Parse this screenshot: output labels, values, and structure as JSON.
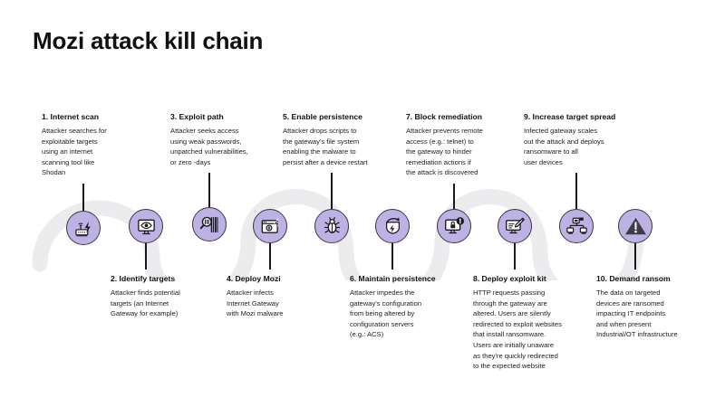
{
  "title": "Mozi attack kill chain",
  "colors": {
    "node_fill": "#bdb2e3",
    "node_stroke": "#3a3a46",
    "ribbon": "#ececed",
    "text": "#111111",
    "background": "#ffffff"
  },
  "steps": [
    {
      "number": "1.",
      "title": "1. Internet scan",
      "body": "Attacker searches for\nexploitable targets\nusing an internet\nscanning tool like\nShodan",
      "icon": "router-wifi-bolt-icon",
      "position": "above"
    },
    {
      "number": "2.",
      "title": "2. Identify targets",
      "body": "Attacker finds potential\ntargets (an Internet\nGateway for example)",
      "icon": "monitor-eye-icon",
      "position": "below"
    },
    {
      "number": "3.",
      "title": "3. Exploit path",
      "body": "Attacker seeks access\nusing weak passwords,\nunpatched vulnerabilities,\nor zero -days",
      "icon": "magnifier-barcode-icon",
      "position": "above"
    },
    {
      "number": "4.",
      "title": "4. Deploy Mozi",
      "body": "Attacker infects\nInternet Gateway\nwith Mozi malware",
      "icon": "browser-window-install-icon",
      "position": "below"
    },
    {
      "number": "5.",
      "title": "5. Enable persistence",
      "body": "Attacker drops scripts to\nthe gateway's file system\nenabling the malware to\npersist after a device  restart",
      "icon": "bug-icon",
      "position": "above"
    },
    {
      "number": "6.",
      "title": "6. Maintain persistence",
      "body": "Attacker impedes  the\ngateway's configuration\nfrom being altered by\nconfiguration servers\n(e.g.: ACS)",
      "icon": "shield-bolt-arrow-icon",
      "position": "below"
    },
    {
      "number": "7.",
      "title": "7. Block remediation",
      "body": "Attacker prevents remote\naccess (e.g.: telnet) to\nthe gateway to hinder\nremediation actions if\nthe attack is discovered",
      "icon": "monitor-lock-alert-icon",
      "position": "above"
    },
    {
      "number": "8.",
      "title": "8. Deploy exploit kit",
      "body": "HTTP requests passing\nthrough the gateway are\naltered. Users are silently\nredirected to exploit websites\nthat install ransomware.\nUsers are initially unaware\nas they're quickly redirected\nto the expected website",
      "icon": "monitor-edit-pencil-icon",
      "position": "below"
    },
    {
      "number": "9.",
      "title": "9. Increase target spread",
      "body": "Infected gateway scales\nout the attack and deploys\nransomware to all\nuser devices",
      "icon": "network-spread-icon",
      "position": "above"
    },
    {
      "number": "10.",
      "title": "10. Demand ransom",
      "body": "The data on targeted\ndevices are ransomed\nimpacting IT endpoints\nand when present\nIndustrial/OT infrastructure",
      "icon": "warning-triangle-icon",
      "position": "below"
    }
  ]
}
